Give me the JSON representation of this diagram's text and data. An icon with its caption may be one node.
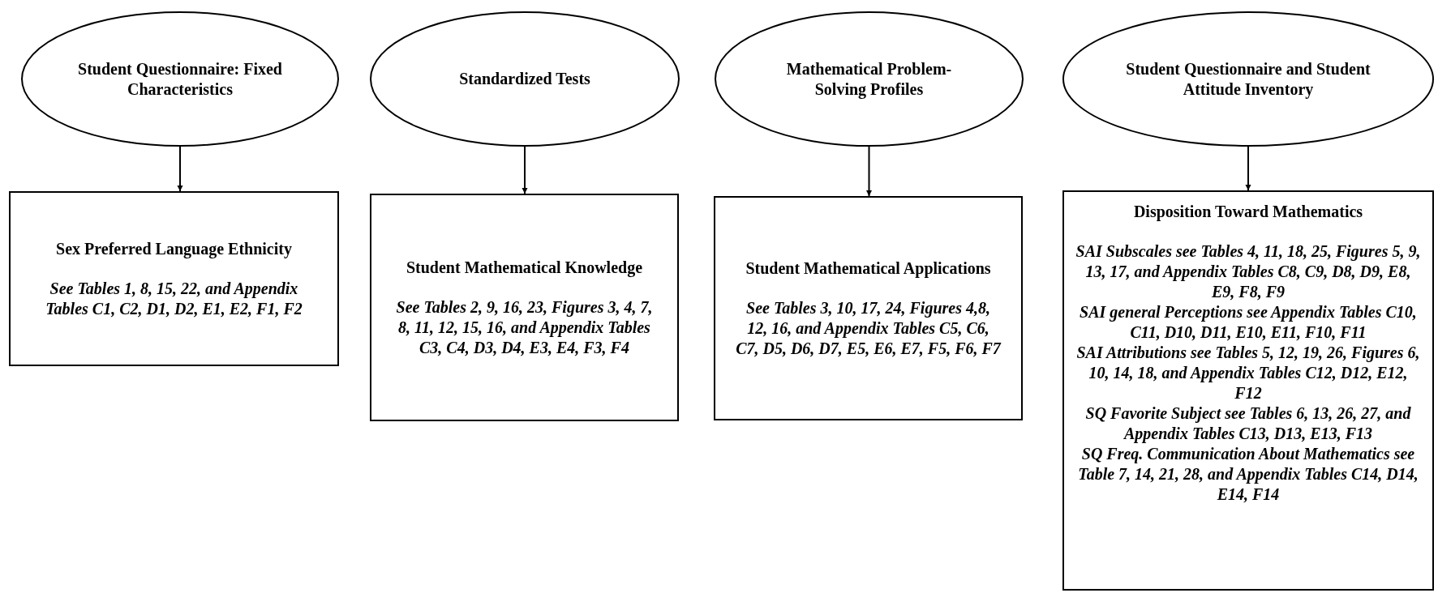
{
  "diagram": {
    "nodes": [
      {
        "text": [
          "Student Questionnaire: Fixed Characteristics"
        ]
      },
      {
        "text": [
          "Standardized Tests"
        ]
      },
      {
        "text": [
          "Mathematical Problem-Solving Profiles"
        ]
      },
      {
        "text": [
          "Student Questionnaire and Student Attitude Inventory"
        ]
      },
      {
        "text": [
          "Sex Preferred Language Ethnicity",
          "See Tables 1, 8, 15, 22, and Appendix Tables C1, C2, D1, D2, E1, E2, F1, F2"
        ]
      },
      {
        "text": [
          "Student Mathematical Knowledge",
          "See Tables 2, 9, 16, 23, Figures 3, 4, 7, 8, 11, 12, 15, 16, and Appendix Tables C3, C4, D3, D4, E3, E4, F3, F4"
        ]
      },
      {
        "text": [
          "Student Mathematical Applications",
          "See Tables 3, 10, 17, 24, Figures 4,8, 12, 16, and Appendix Tables C5, C6, C7, D5, D6, D7, E5, E6, E7, F5, F6, F7"
        ]
      },
      {
        "text": [
          "Disposition Toward Mathematics",
          "SAI Subscales *see Tables 4, 11, 18, 25, Figures 5, 9, 13, 17, and Appendix Tables C8, C9, D8, D9, E8, E9, F8, F9*",
          "SAI general Perceptions *see Appendix Tables C10, C11, D10, D11, E10, E11, F10, F11*",
          "SAI Attributions *see Tables 5, 12, 19, 26, Figures 6, 10, 14, 18, and Appendix Tables C12, D12, E12, F12*",
          "SQ Favorite Subject *see Tables 6, 13, 26, 27, and Appendix Tables C13, D13, E13, F13*",
          "SQ Freq. Communication About Mathematics *see Table 7, 14, 21, 28, and Appendix Tables C14, D14, E14, F14*"
        ]
      }
    ],
    "edges": [
      {
        "from": 0,
        "to": 4,
        "arrow": "to"
      },
      {
        "from": 1,
        "to": 5,
        "arrow": "to"
      },
      {
        "from": 2,
        "to": 6,
        "arrow": "to"
      },
      {
        "from": 3,
        "to": 7,
        "arrow": "to"
      }
    ]
  }
}
